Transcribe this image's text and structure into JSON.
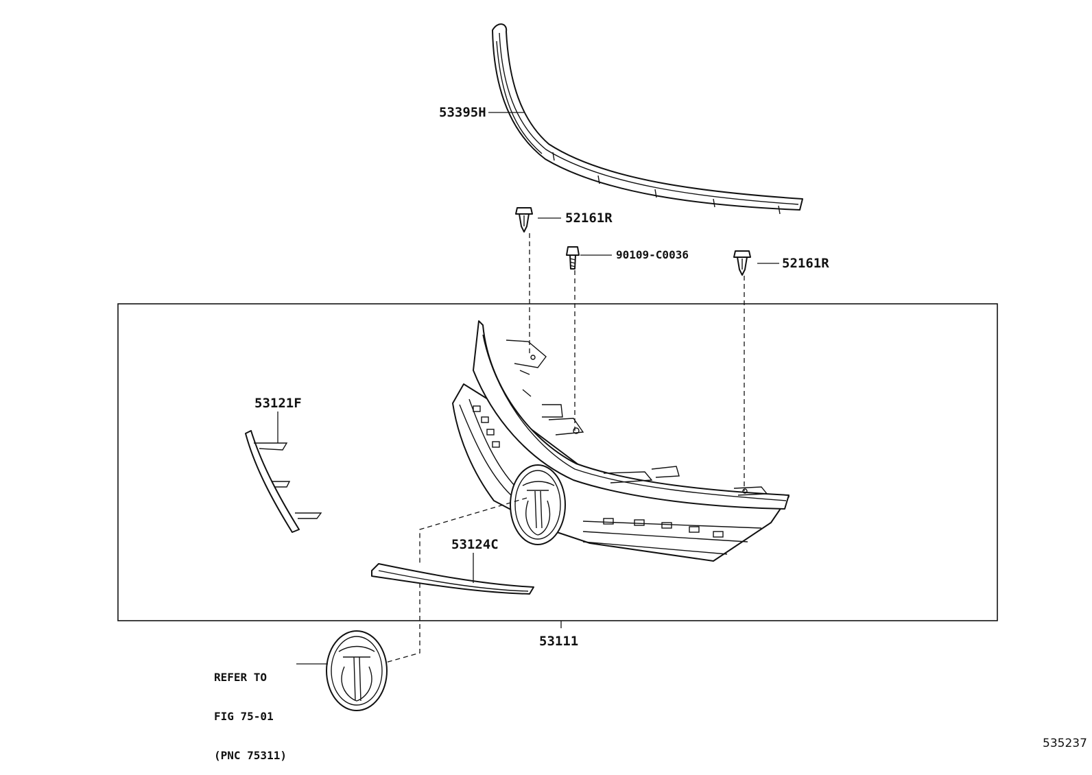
{
  "labels": {
    "molding_upper": "53395H",
    "clip_left": "52161R",
    "screw": "90109-C0036",
    "clip_right": "52161R",
    "molding_side": "53121F",
    "molding_lower": "53124C",
    "grille_assy": "53111"
  },
  "reference_note": {
    "line1": "REFER TO",
    "line2": "FIG 75-01",
    "line3": "(PNC 75311)"
  },
  "figure_id": "535237"
}
